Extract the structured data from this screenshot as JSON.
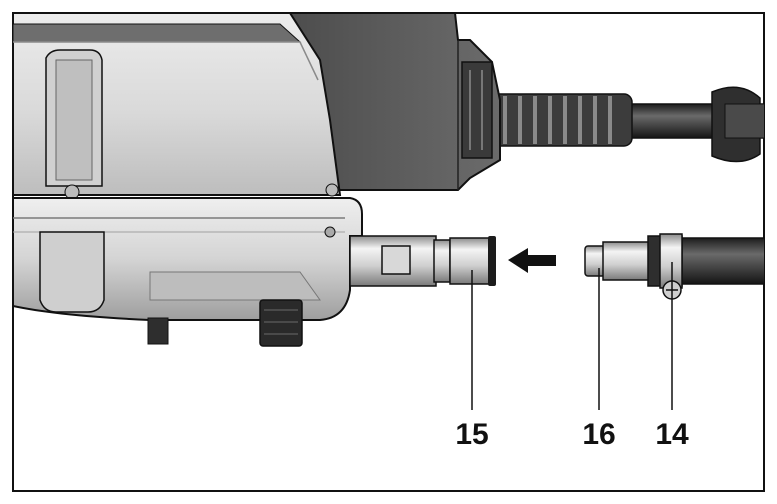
{
  "callouts": [
    {
      "id": "15",
      "label": "15"
    },
    {
      "id": "16",
      "label": "16"
    },
    {
      "id": "14",
      "label": "14"
    }
  ],
  "colors": {
    "ink": "#111111",
    "device_body": "#dedede",
    "device_shade": "#c6c6c6",
    "device_dark": "#4a4a4a",
    "dark_block": "#5b5b5b",
    "hose": "#3a3a3a",
    "metal_light": "#e9e9e9",
    "metal_mid": "#bdbdbd",
    "arrow": "#111111"
  },
  "icons": {
    "direction": "arrow-left-icon"
  }
}
